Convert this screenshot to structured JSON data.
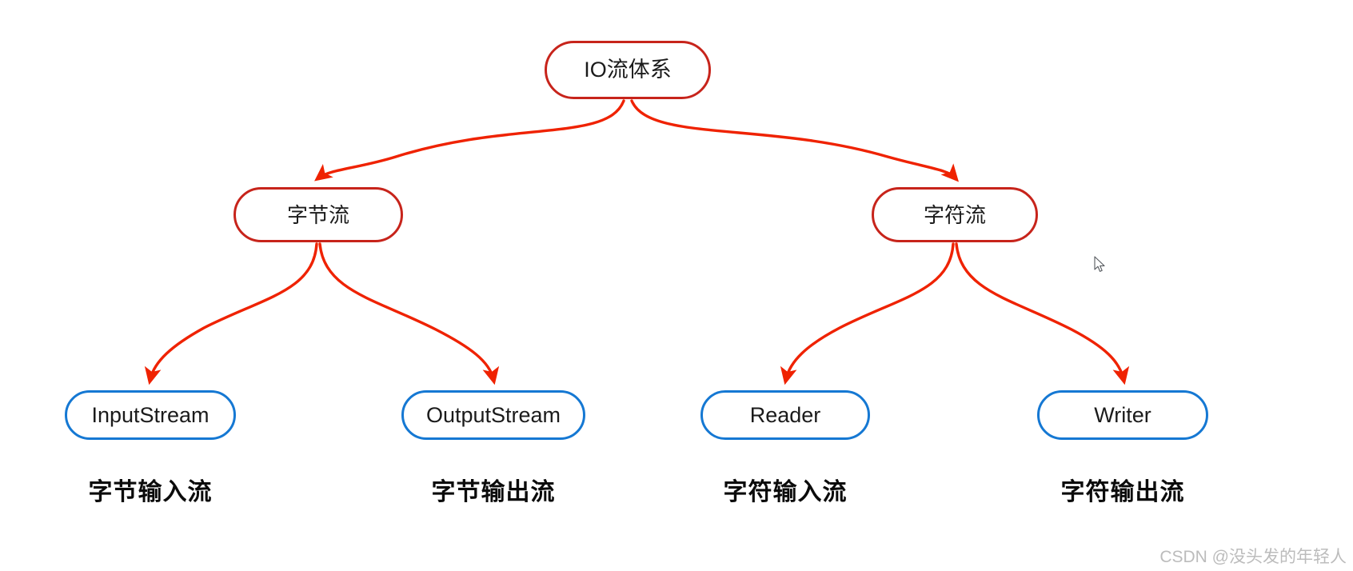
{
  "diagram": {
    "title": "IO流体系",
    "colors": {
      "node_red_border": "#c7241b",
      "node_blue_border": "#1578d3",
      "edge_red": "#ef2200",
      "background": "#ffffff",
      "caption_text": "#0b0b0b",
      "watermark_text": "#bcbcbc"
    },
    "root": {
      "label": "IO流体系"
    },
    "level2": [
      {
        "label": "字节流"
      },
      {
        "label": "字符流"
      }
    ],
    "level3": [
      {
        "label": "InputStream",
        "caption": "字节输入流"
      },
      {
        "label": "OutputStream",
        "caption": "字节输出流"
      },
      {
        "label": "Reader",
        "caption": "字符输入流"
      },
      {
        "label": "Writer",
        "caption": "字符输出流"
      }
    ]
  },
  "watermark": {
    "text": "CSDN @没头发的年轻人"
  }
}
